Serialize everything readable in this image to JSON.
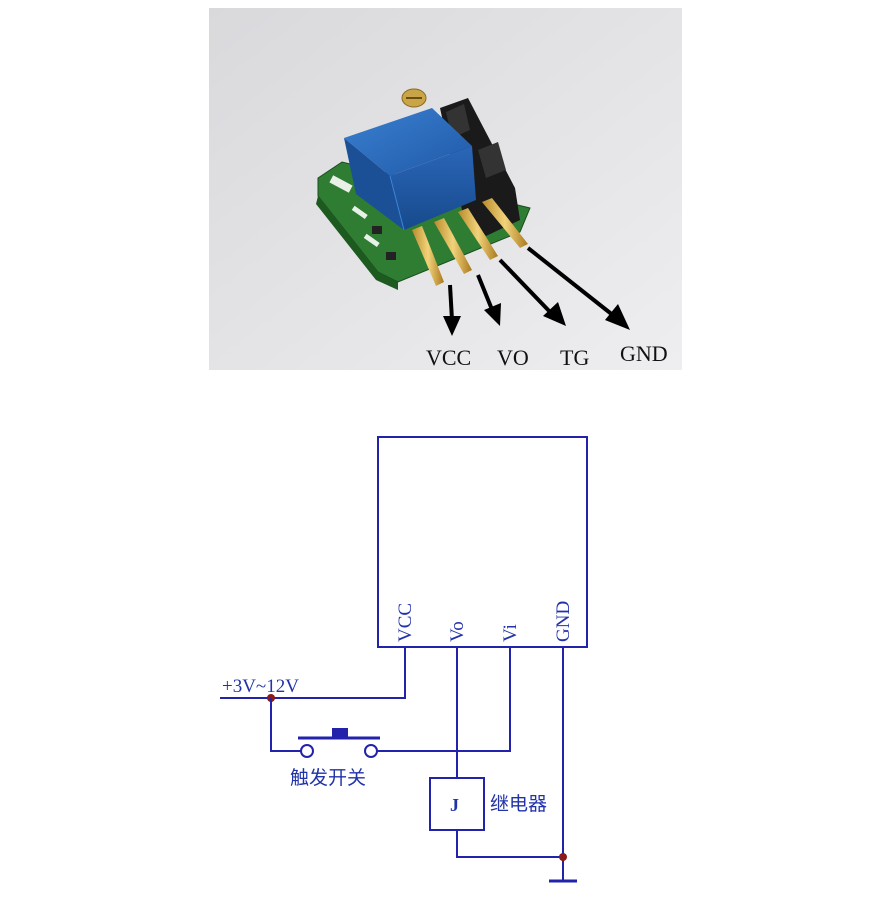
{
  "photo": {
    "pin_labels": [
      "VCC",
      "VO",
      "TG",
      "GND"
    ]
  },
  "schematic": {
    "module_pins": [
      "VCC",
      "Vo",
      "Vi",
      "GND"
    ],
    "supply_label": "+3V~12V",
    "switch_label": "触发开关",
    "relay_symbol": "J",
    "relay_label": "继电器"
  },
  "colors": {
    "wire": "#2222aa",
    "junction": "#8b1a1a",
    "pcb": "#2e7d32",
    "potentiometer": "#1f5fb3"
  }
}
